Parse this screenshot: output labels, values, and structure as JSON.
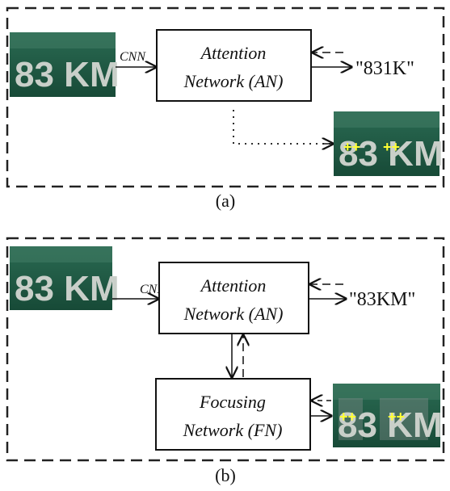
{
  "panel_a": {
    "cnn_label": "CNN",
    "box_line1": "Attention",
    "box_line2": "Network (AN)",
    "output": "\"831K\"",
    "plate_text": "83 KM",
    "caption": "(a)",
    "attention_marks": [
      "++",
      "++"
    ]
  },
  "panel_b": {
    "cnn_label": "CNN",
    "an_line1": "Attention",
    "an_line2": "Network (AN)",
    "fn_line1": "Focusing",
    "fn_line2": "Network (FN)",
    "output": "\"83KM\"",
    "plate_text": "83 KM",
    "caption": "(b)",
    "attention_marks": [
      "++",
      "++"
    ]
  },
  "colors": {
    "plate_bg": "#1f5b45",
    "plate_text": "#c9cfc9",
    "attention_mark": "#ffff33"
  }
}
